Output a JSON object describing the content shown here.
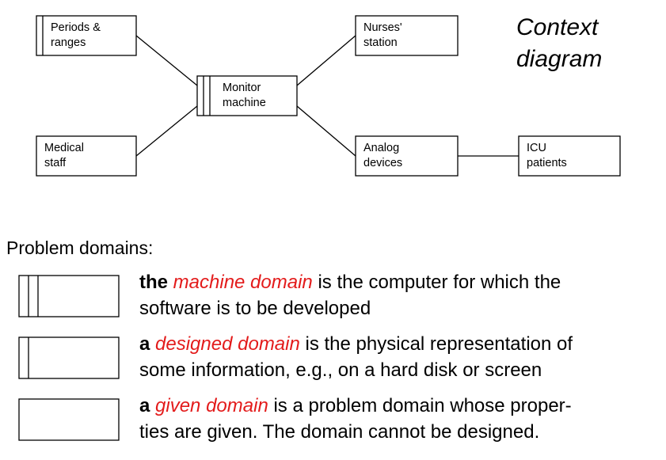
{
  "title": {
    "line1": "Context",
    "line2": "diagram"
  },
  "nodes": [
    {
      "id": "periods-ranges",
      "kind": "designed",
      "lines": [
        "Periods &",
        "ranges"
      ]
    },
    {
      "id": "nurses-station",
      "kind": "given",
      "lines": [
        "Nurses'",
        "station"
      ]
    },
    {
      "id": "monitor-machine",
      "kind": "machine",
      "lines": [
        "Monitor",
        "machine"
      ]
    },
    {
      "id": "medical-staff",
      "kind": "given",
      "lines": [
        "Medical",
        "staff"
      ]
    },
    {
      "id": "analog-devices",
      "kind": "given",
      "lines": [
        "Analog",
        "devices"
      ]
    },
    {
      "id": "icu-patients",
      "kind": "given",
      "lines": [
        "ICU",
        "patients"
      ]
    }
  ],
  "edges": [
    [
      "periods-ranges",
      "monitor-machine"
    ],
    [
      "nurses-station",
      "monitor-machine"
    ],
    [
      "medical-staff",
      "monitor-machine"
    ],
    [
      "analog-devices",
      "monitor-machine"
    ],
    [
      "analog-devices",
      "icu-patients"
    ]
  ],
  "legend": {
    "heading": "Problem domains:",
    "items": [
      {
        "kind": "machine",
        "article": "the",
        "term": "machine domain",
        "line1_rest": " is the computer for which the",
        "line2": "software is to be developed"
      },
      {
        "kind": "designed",
        "article": "a",
        "term": "designed domain",
        "line1_rest": " is the physical representation of",
        "line2": "some information, e.g., on a hard disk or screen"
      },
      {
        "kind": "given",
        "article": "a",
        "term": "given domain",
        "line1_rest": " is a problem domain whose proper-",
        "line2": "ties are given. The domain cannot be designed."
      }
    ]
  },
  "colors": {
    "term": "#e31b1b",
    "stroke": "#000000"
  }
}
